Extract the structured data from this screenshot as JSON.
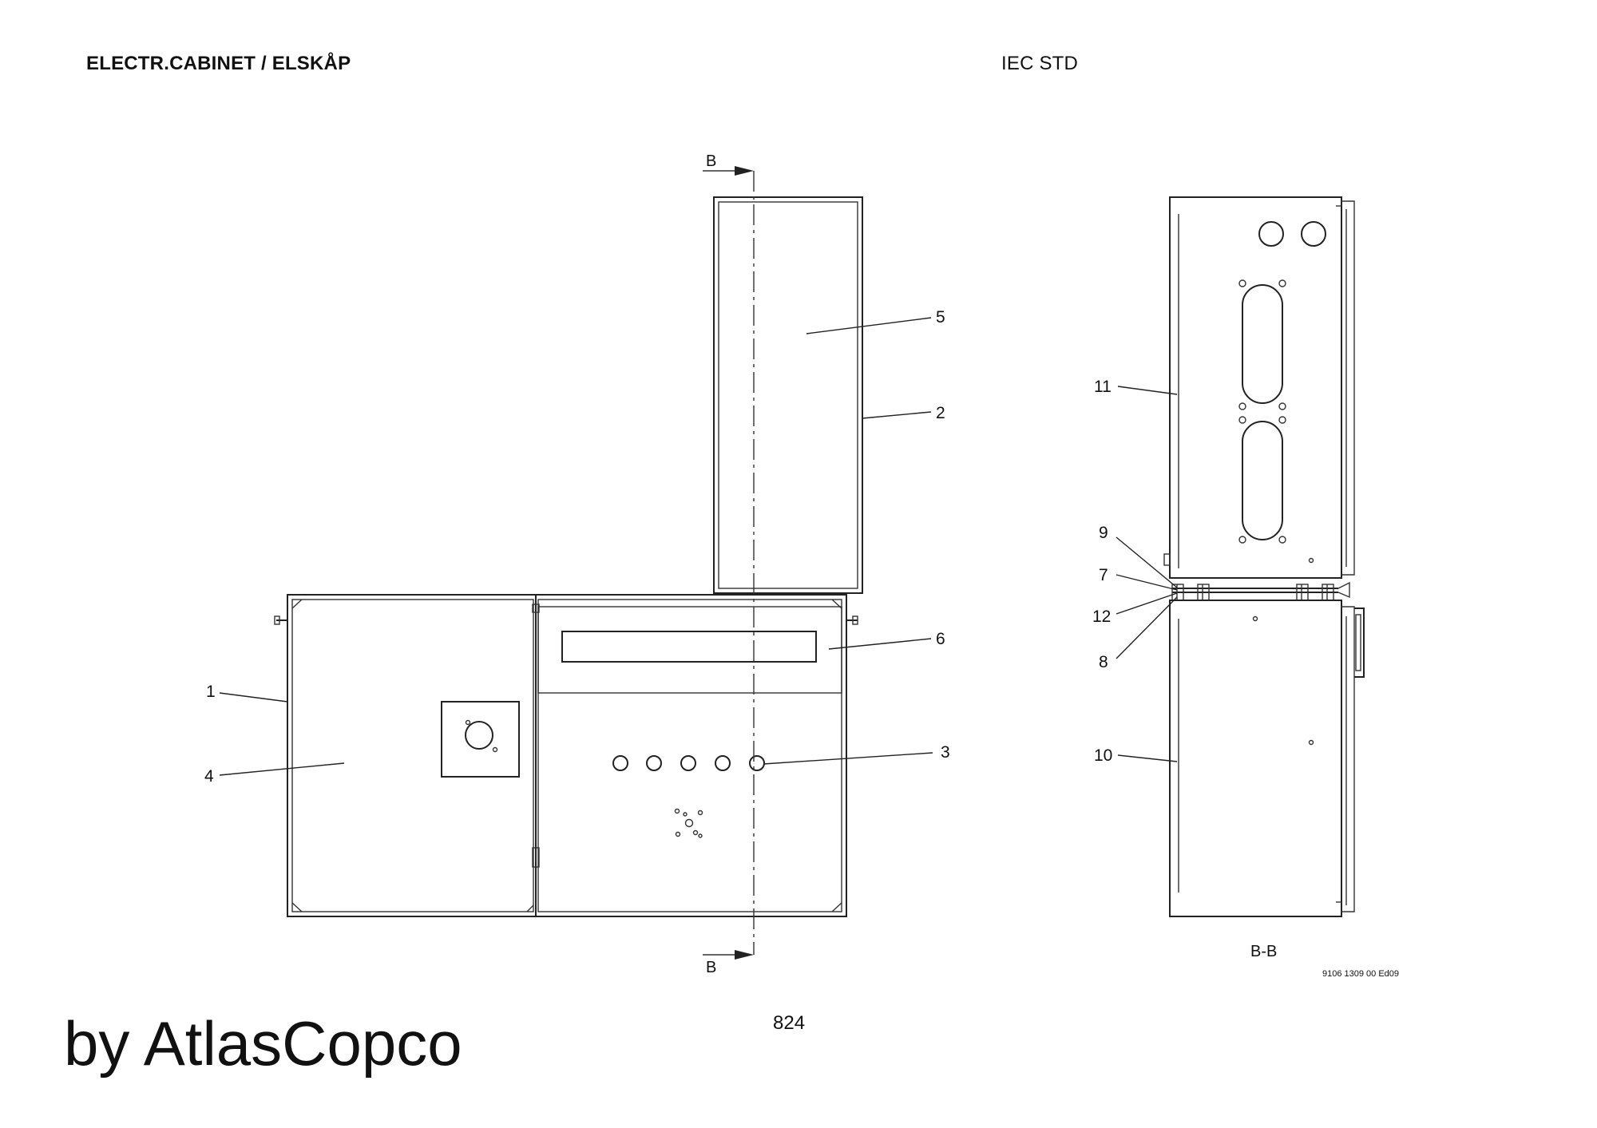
{
  "header": {
    "title": "ELECTR.CABINET / ELSKÅP",
    "standard": "IEC STD"
  },
  "section": {
    "marker": "B",
    "view_label": "B-B"
  },
  "callouts": {
    "c1": "1",
    "c2": "2",
    "c3": "3",
    "c4": "4",
    "c5": "5",
    "c6": "6",
    "c7": "7",
    "c8": "8",
    "c9": "9",
    "c10": "10",
    "c11": "11",
    "c12": "12"
  },
  "doc_number": "9106 1309 00 Ed09",
  "page_number": "824",
  "brand": "by AtlasCopco"
}
